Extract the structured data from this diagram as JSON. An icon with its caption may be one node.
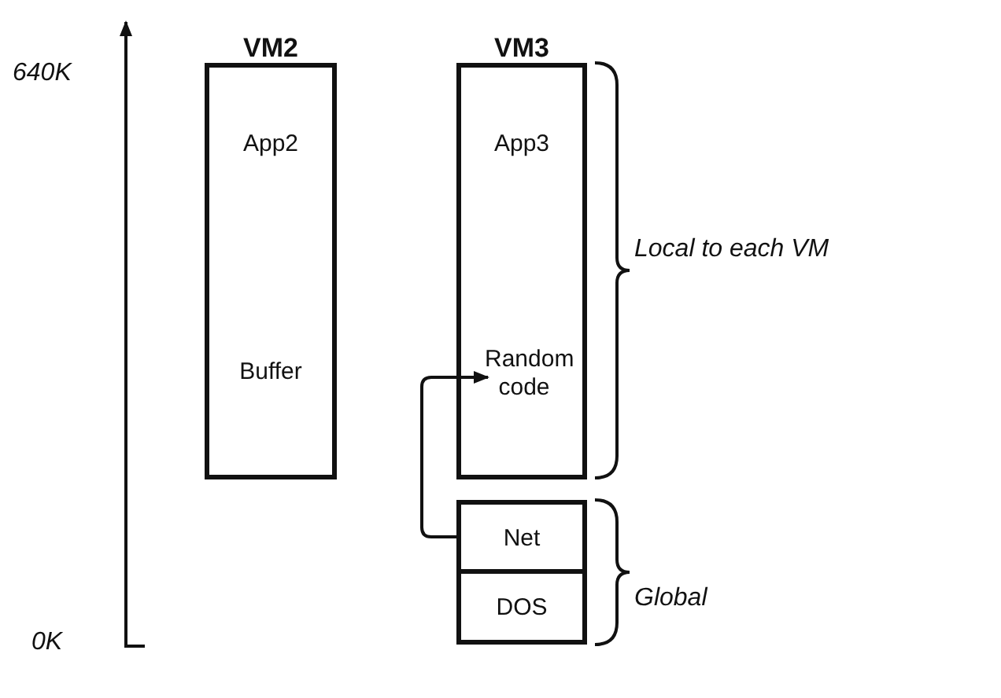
{
  "diagram": {
    "nodes": [
      {
        "text": [
          "VM2",
          "App2",
          "Buffer"
        ]
      },
      {
        "text": [
          "VM3",
          "App3"
        ]
      },
      {
        "text": [
          "Random code"
        ],
        "in": 1
      },
      {
        "text": [
          "Net"
        ]
      },
      {
        "text": [
          "DOS"
        ]
      }
    ],
    "edges": [
      {
        "from": 3,
        "to": 2,
        "arrow": "to"
      }
    ],
    "labels": [
      "640K",
      "0K",
      "Local to each VM",
      "Global"
    ]
  }
}
